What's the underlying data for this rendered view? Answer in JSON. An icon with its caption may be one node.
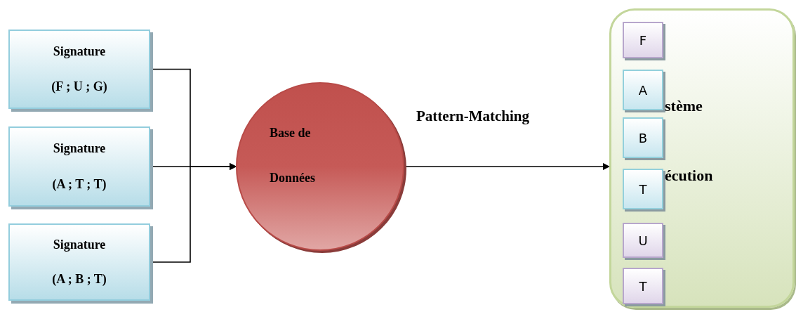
{
  "diagram": {
    "nodes": [
      {
        "text": [
          "Signature",
          "(F ; U ; G)"
        ]
      },
      {
        "text": [
          "Signature",
          "(A ; T ; T)"
        ]
      },
      {
        "text": [
          "Signature",
          "(A ; B ; T)"
        ]
      },
      {
        "text": [
          "Base de Données"
        ]
      },
      {
        "text": [
          "stème",
          "écution"
        ]
      },
      {
        "text": [
          "F"
        ],
        "in": 4
      },
      {
        "text": [
          "A"
        ],
        "in": 4
      },
      {
        "text": [
          "B"
        ],
        "in": 4
      },
      {
        "text": [
          "T"
        ],
        "in": 4
      },
      {
        "text": [
          "U"
        ],
        "in": 4
      },
      {
        "text": [
          "T"
        ],
        "in": 4
      }
    ],
    "edges": [
      {
        "from": 0,
        "to": 3,
        "arrow": "to"
      },
      {
        "from": 1,
        "to": 3,
        "arrow": "to"
      },
      {
        "from": 2,
        "to": 3,
        "arrow": "to"
      },
      {
        "from": 3,
        "to": 4,
        "arrow": "to",
        "label": "Pattern-Matching"
      }
    ]
  }
}
